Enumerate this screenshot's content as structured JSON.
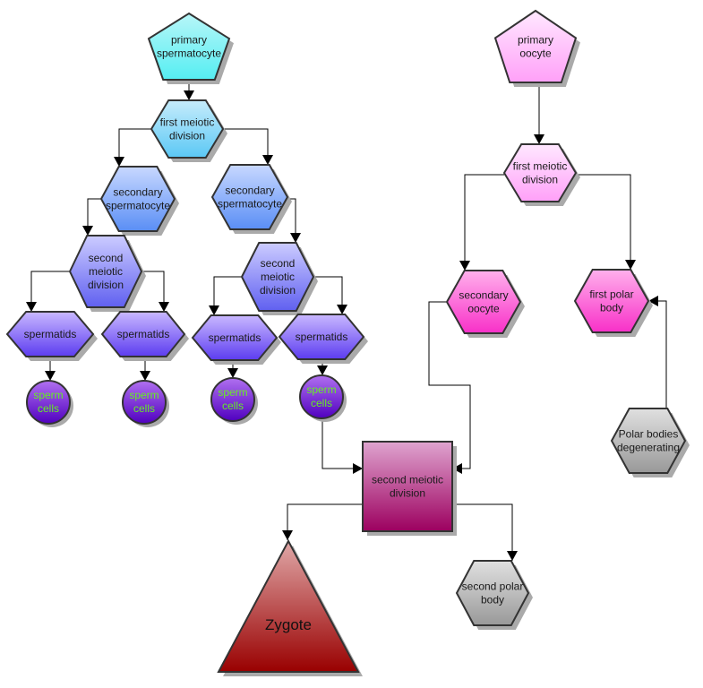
{
  "diagram": {
    "title": "",
    "nodes": [
      {
        "id": "ps",
        "label": [
          "primary",
          "spermatocyte"
        ],
        "shape": "pentagon",
        "color": "cyan"
      },
      {
        "id": "fm1",
        "label": [
          "first meiotic",
          "division"
        ],
        "shape": "hexagon",
        "color": "lightblue"
      },
      {
        "id": "ss1",
        "label": [
          "secondary",
          "spermatocyte"
        ],
        "shape": "hexagon",
        "color": "blue"
      },
      {
        "id": "ss2",
        "label": [
          "secondary",
          "spermatocyte"
        ],
        "shape": "hexagon",
        "color": "blue"
      },
      {
        "id": "sm1",
        "label": [
          "second",
          "meiotic",
          "division"
        ],
        "shape": "hexagon",
        "color": "violet"
      },
      {
        "id": "sm2",
        "label": [
          "second",
          "meiotic",
          "division"
        ],
        "shape": "hexagon",
        "color": "violet"
      },
      {
        "id": "st1",
        "label": [
          "spermatids"
        ],
        "shape": "hexagon-wide",
        "color": "purple"
      },
      {
        "id": "st2",
        "label": [
          "spermatids"
        ],
        "shape": "hexagon-wide",
        "color": "purple"
      },
      {
        "id": "st3",
        "label": [
          "spermatids"
        ],
        "shape": "hexagon-wide",
        "color": "purple"
      },
      {
        "id": "st4",
        "label": [
          "spermatids"
        ],
        "shape": "hexagon-wide",
        "color": "purple"
      },
      {
        "id": "sc1",
        "label": [
          "sperm",
          "cells"
        ],
        "shape": "circle",
        "color": "deeppurple"
      },
      {
        "id": "sc2",
        "label": [
          "sperm",
          "cells"
        ],
        "shape": "circle",
        "color": "deeppurple"
      },
      {
        "id": "sc3",
        "label": [
          "sperm",
          "cells"
        ],
        "shape": "circle",
        "color": "deeppurple"
      },
      {
        "id": "sc4",
        "label": [
          "sperm",
          "cells"
        ],
        "shape": "circle",
        "color": "deeppurple"
      },
      {
        "id": "po",
        "label": [
          "primary",
          "oocyte"
        ],
        "shape": "pentagon",
        "color": "lightpink"
      },
      {
        "id": "fmo",
        "label": [
          "first meiotic",
          "division"
        ],
        "shape": "hexagon",
        "color": "lightpink"
      },
      {
        "id": "so",
        "label": [
          "secondary",
          "oocyte"
        ],
        "shape": "hexagon",
        "color": "pink"
      },
      {
        "id": "fpb",
        "label": [
          "first polar",
          "body"
        ],
        "shape": "hexagon",
        "color": "pink"
      },
      {
        "id": "smd",
        "label": [
          "second meiotic",
          "division"
        ],
        "shape": "rect",
        "color": "magenta"
      },
      {
        "id": "pbd",
        "label": [
          "Polar bodies",
          "degenerating"
        ],
        "shape": "hexagon",
        "color": "gray"
      },
      {
        "id": "zy",
        "label": [
          "Zygote"
        ],
        "shape": "triangle",
        "color": "red"
      },
      {
        "id": "spb",
        "label": [
          "second polar",
          "body"
        ],
        "shape": "hexagon",
        "color": "gray"
      }
    ],
    "edges": [
      [
        "ps",
        "fm1"
      ],
      [
        "fm1",
        "ss1"
      ],
      [
        "fm1",
        "ss2"
      ],
      [
        "ss1",
        "sm1"
      ],
      [
        "ss2",
        "sm2"
      ],
      [
        "sm1",
        "st1"
      ],
      [
        "sm1",
        "st2"
      ],
      [
        "sm2",
        "st3"
      ],
      [
        "sm2",
        "st4"
      ],
      [
        "st1",
        "sc1"
      ],
      [
        "st2",
        "sc2"
      ],
      [
        "st3",
        "sc3"
      ],
      [
        "st4",
        "sc4"
      ],
      [
        "po",
        "fmo"
      ],
      [
        "fmo",
        "so"
      ],
      [
        "fmo",
        "fpb"
      ],
      [
        "so",
        "smd"
      ],
      [
        "sc4",
        "smd"
      ],
      [
        "pbd",
        "fpb"
      ],
      [
        "smd",
        "zy"
      ],
      [
        "smd",
        "spb"
      ]
    ],
    "colors": {
      "cyan": [
        "#b8f6f8",
        "#55eef2"
      ],
      "lightblue": [
        "#c6ecfb",
        "#5bc8f5"
      ],
      "blue": [
        "#c8d8ff",
        "#5a8ef5"
      ],
      "violet": [
        "#ccccff",
        "#6060f0"
      ],
      "purple": [
        "#c9b8ff",
        "#5c3cf0"
      ],
      "deeppurple": [
        "#b070f0",
        "#5000c0"
      ],
      "lightpink": [
        "#ffe8ff",
        "#ffa0f8"
      ],
      "pink": [
        "#ffb0ec",
        "#f830c8"
      ],
      "magenta": [
        "#dfa4cf",
        "#9c005f"
      ],
      "gray": [
        "#e0e0e0",
        "#999999"
      ],
      "red": [
        "#e0a8a8",
        "#990000"
      ]
    }
  }
}
